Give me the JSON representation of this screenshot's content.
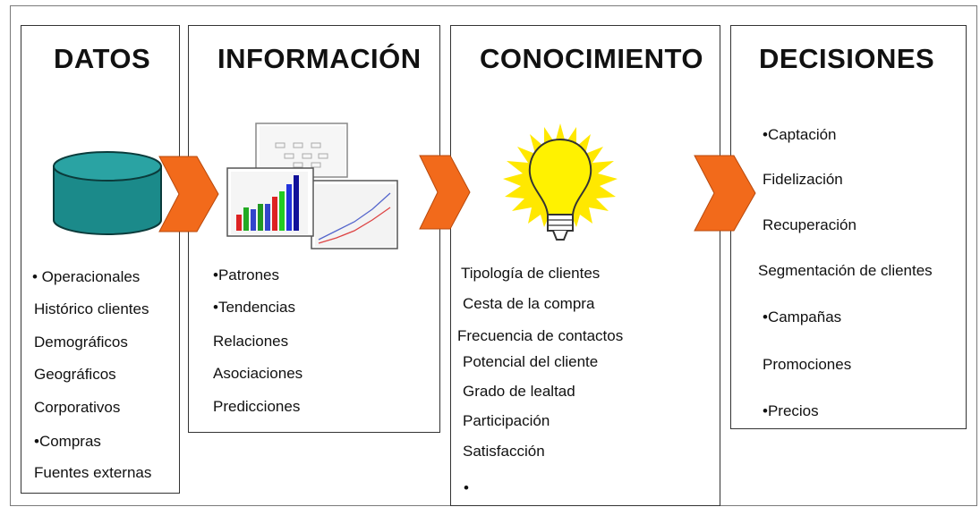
{
  "columns": [
    {
      "title": "DATOS",
      "items": [
        "• Operacionales",
        "Histórico clientes",
        "Demográficos",
        "Geográficos",
        "Corporativos",
        "•Compras",
        "Fuentes externas"
      ]
    },
    {
      "title": "INFORMACIÓN",
      "items": [
        "•Patrones",
        "•Tendencias",
        "Relaciones",
        "Asociaciones",
        "Predicciones"
      ]
    },
    {
      "title": "CONOCIMIENTO",
      "items": [
        "Tipología de clientes",
        "Cesta de la compra",
        "Frecuencia de contactos",
        "Potencial del cliente",
        "Grado de lealtad",
        "Participación",
        "Satisfacción",
        "•"
      ]
    },
    {
      "title": "DECISIONES",
      "items": [
        "•Captación",
        "Fidelización",
        "Recuperación",
        "Segmentación de clientes",
        "•Campañas",
        "Promociones",
        "•Precios"
      ]
    }
  ],
  "colors": {
    "database": "#1b8a8a",
    "arrow": "#f26a1b",
    "bulb": "#fff200",
    "rays": "#ffe800"
  }
}
